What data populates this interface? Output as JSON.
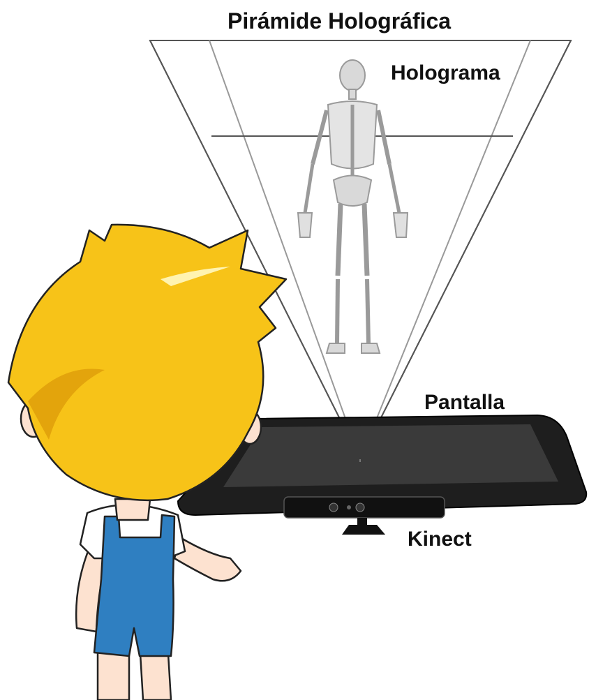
{
  "labels": {
    "pyramid": "Pirámide Holográfica",
    "hologram": "Holograma",
    "screen": "Pantalla",
    "kinect": "Kinect"
  },
  "colors": {
    "hair": "#f7c318",
    "skin": "#fde2d0",
    "overalls": "#2f7fc1",
    "shirt": "#ffffff",
    "screen": "#2b2b2b",
    "pyramid_line": "#555555",
    "bone": "#d9d9d9"
  }
}
